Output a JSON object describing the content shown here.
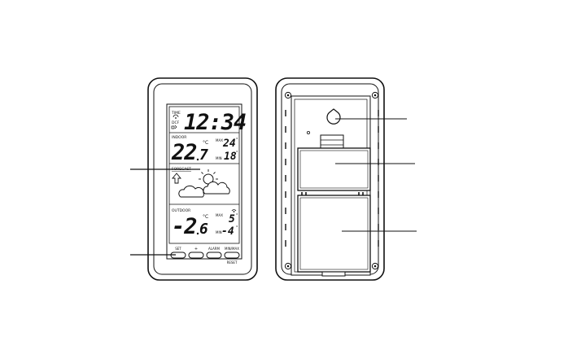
{
  "front": {
    "display": {
      "time_label": "TIME",
      "dcf_label": "DCF",
      "time": "12:34",
      "indoor_label": "INDOOR",
      "indoor_temp_main": "22",
      "indoor_temp_decimal": "7",
      "indoor_unit": "°C",
      "indoor_max_label": "MAX",
      "indoor_max": "24",
      "indoor_min_label": "MIN",
      "indoor_min": "18",
      "forecast_label": "FORECAST",
      "outdoor_label": "OUTDOOR",
      "outdoor_temp_main": "-2",
      "outdoor_temp_decimal": "6",
      "outdoor_unit": "°C",
      "outdoor_max_label": "MAX",
      "outdoor_max": "5",
      "outdoor_min_label": "MIN",
      "outdoor_min": "-4"
    },
    "buttons": {
      "set": "SET",
      "plus": "+",
      "alarm": "ALARM",
      "minmax": "MIN/MAX",
      "reset": "RESET"
    }
  },
  "icons": [
    "signal-icon",
    "forecast-arrow-up-icon",
    "sun-icon",
    "cloud-icon",
    "outdoor-signal-icon",
    "wall-hook-icon"
  ]
}
